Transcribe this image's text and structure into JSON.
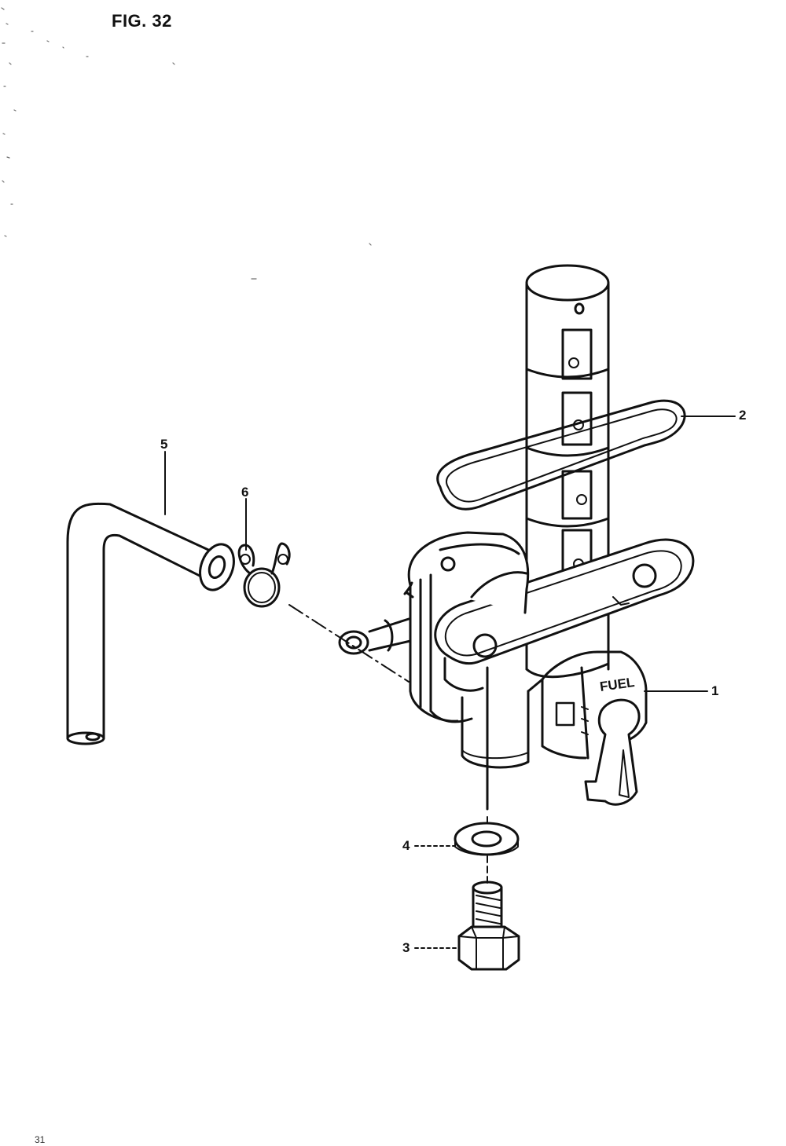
{
  "figure": {
    "title": "FIG. 32"
  },
  "callouts": [
    {
      "id": "1",
      "label": "1"
    },
    {
      "id": "2",
      "label": "2"
    },
    {
      "id": "3",
      "label": "3"
    },
    {
      "id": "4",
      "label": "4"
    },
    {
      "id": "5",
      "label": "5"
    },
    {
      "id": "6",
      "label": "6"
    }
  ],
  "part_markings": {
    "lever_text": "FUEL"
  },
  "footer": {
    "page_mark": "31"
  },
  "colors": {
    "ink": "#111111",
    "paper": "#ffffff"
  }
}
